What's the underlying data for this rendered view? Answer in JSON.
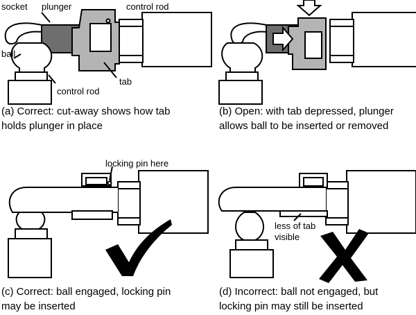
{
  "panels": {
    "a": {
      "labels": {
        "socket": "socket",
        "plunger": "plunger",
        "control_rod_top": "control rod",
        "ball": "ball",
        "tab": "tab",
        "control_rod_bottom": "control rod"
      },
      "caption_line1": "(a) Correct: cut-away shows how tab",
      "caption_line2": "holds plunger in place"
    },
    "b": {
      "caption_line1": "(b) Open: with tab depressed, plunger",
      "caption_line2": "allows ball to be inserted or removed"
    },
    "c": {
      "labels": {
        "locking_pin": "locking pin here"
      },
      "mark": "correct",
      "caption_line1": "(c) Correct: ball engaged, locking pin",
      "caption_line2": "may be inserted"
    },
    "d": {
      "labels": {
        "less_tab_line1": "less of tab",
        "less_tab_line2": "visible"
      },
      "mark": "incorrect",
      "caption_line1": "(d) Incorrect: ball not engaged, but",
      "caption_line2": "locking pin may still be inserted"
    }
  },
  "colors": {
    "tab": "#b4b4b4",
    "plunger": "#6e6e6e",
    "line": "#000000"
  }
}
